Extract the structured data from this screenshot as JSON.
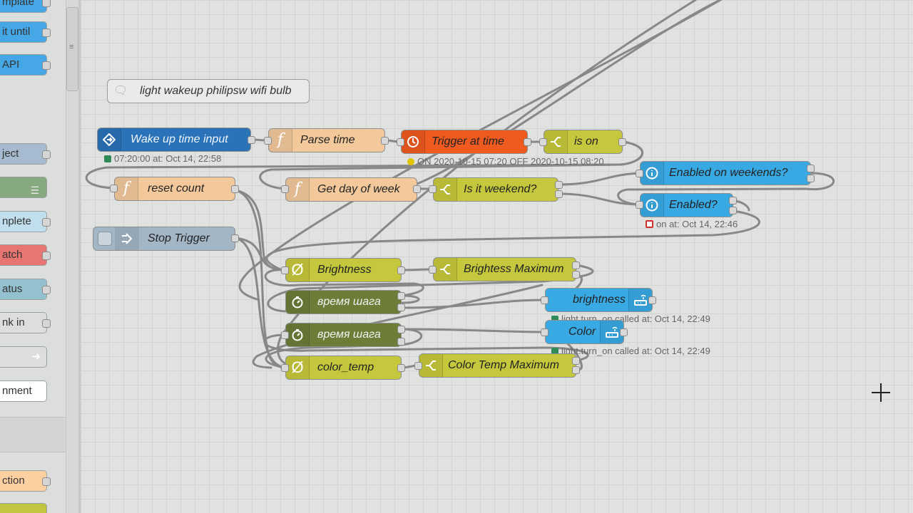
{
  "palette": {
    "items": [
      {
        "label": "mplate",
        "color": "#45a7e6"
      },
      {
        "label": "it until",
        "color": "#45a7e6"
      },
      {
        "label": "API",
        "color": "#45a7e6"
      },
      {
        "label": "ject",
        "color": "#a6bbcf"
      },
      {
        "label": "",
        "color": "#87a980"
      },
      {
        "label": "nplete",
        "color": "#c0deed"
      },
      {
        "label": "atch",
        "color": "#e77572"
      },
      {
        "label": "atus",
        "color": "#94c1d0"
      },
      {
        "label": "nk in",
        "color": "#dddddd"
      },
      {
        "label": "",
        "color": "#dddddd"
      },
      {
        "label": "nment",
        "color": "#ffffff"
      },
      {
        "label": "ction",
        "color": "#fdd0a2"
      },
      {
        "label": "",
        "color": "#c0c640"
      }
    ]
  },
  "comment": {
    "text": "light wakeup philipsw wifi bulb",
    "icon": "comment-icon"
  },
  "nodes": {
    "wake_up": {
      "label": "Wake up time input",
      "icon": "inject-icon",
      "color": "#2b73b8"
    },
    "parse_time": {
      "label": "Parse time",
      "icon": "function-icon",
      "color": "#f3c99c"
    },
    "trigger_at_time": {
      "label": "Trigger at time",
      "icon": "clock-icon",
      "color": "#ef5a1f"
    },
    "is_on": {
      "label": "is on",
      "icon": "switch-icon",
      "color": "#c5c83c"
    },
    "reset_count": {
      "label": "reset count",
      "icon": "function-icon",
      "color": "#f3c99c"
    },
    "get_day": {
      "label": "Get day of week",
      "icon": "function-icon",
      "color": "#f3c99c"
    },
    "is_weekend": {
      "label": "Is it weekend?",
      "icon": "switch-icon",
      "color": "#c5c83c"
    },
    "enabled_weekends": {
      "label": "Enabled on weekends?",
      "icon": "info-icon",
      "color": "#39a9e3"
    },
    "enabled": {
      "label": "Enabled?",
      "icon": "info-icon",
      "color": "#39a9e3"
    },
    "stop_trigger": {
      "label": "Stop Trigger",
      "icon": "arrow-in-icon",
      "color": "#a3b6c6"
    },
    "brightness": {
      "label": "Brightness",
      "icon": "counter-icon",
      "color": "#c5c83c"
    },
    "brightness_max": {
      "label": "Brightess Maximum",
      "icon": "switch-icon",
      "color": "#c5c83c"
    },
    "step_time_1": {
      "label": "время шага",
      "icon": "timer-icon",
      "color": "#6c7d38"
    },
    "step_time_2": {
      "label": "время шага",
      "icon": "timer-icon",
      "color": "#6c7d38"
    },
    "brightness_service": {
      "label": "brightness",
      "icon": "router-icon",
      "color": "#39a9e3"
    },
    "color_service": {
      "label": "Color",
      "icon": "router-icon",
      "color": "#39a9e3"
    },
    "color_temp": {
      "label": "color_temp",
      "icon": "counter-icon",
      "color": "#c5c83c"
    },
    "color_temp_max": {
      "label": "Color Temp Maximum",
      "icon": "switch-icon",
      "color": "#c5c83c"
    }
  },
  "statuses": {
    "wake_up": {
      "text": "07:20:00 at: Oct 14, 22:58",
      "color": "#2e8b57"
    },
    "trigger": {
      "text": "ON 2020-10-15 07:20 OFF 2020-10-15 08:20",
      "color": "#e0c400"
    },
    "enabled": {
      "text": "on at: Oct 14, 22:46",
      "color": "#d0302a"
    },
    "brightness_service": {
      "text": "light.turn_on called at: Oct 14, 22:49",
      "color": "#2e8b57"
    },
    "color_service": {
      "text": "light.turn_on called at: Oct 14, 22:49",
      "color": "#2e8b57"
    }
  }
}
